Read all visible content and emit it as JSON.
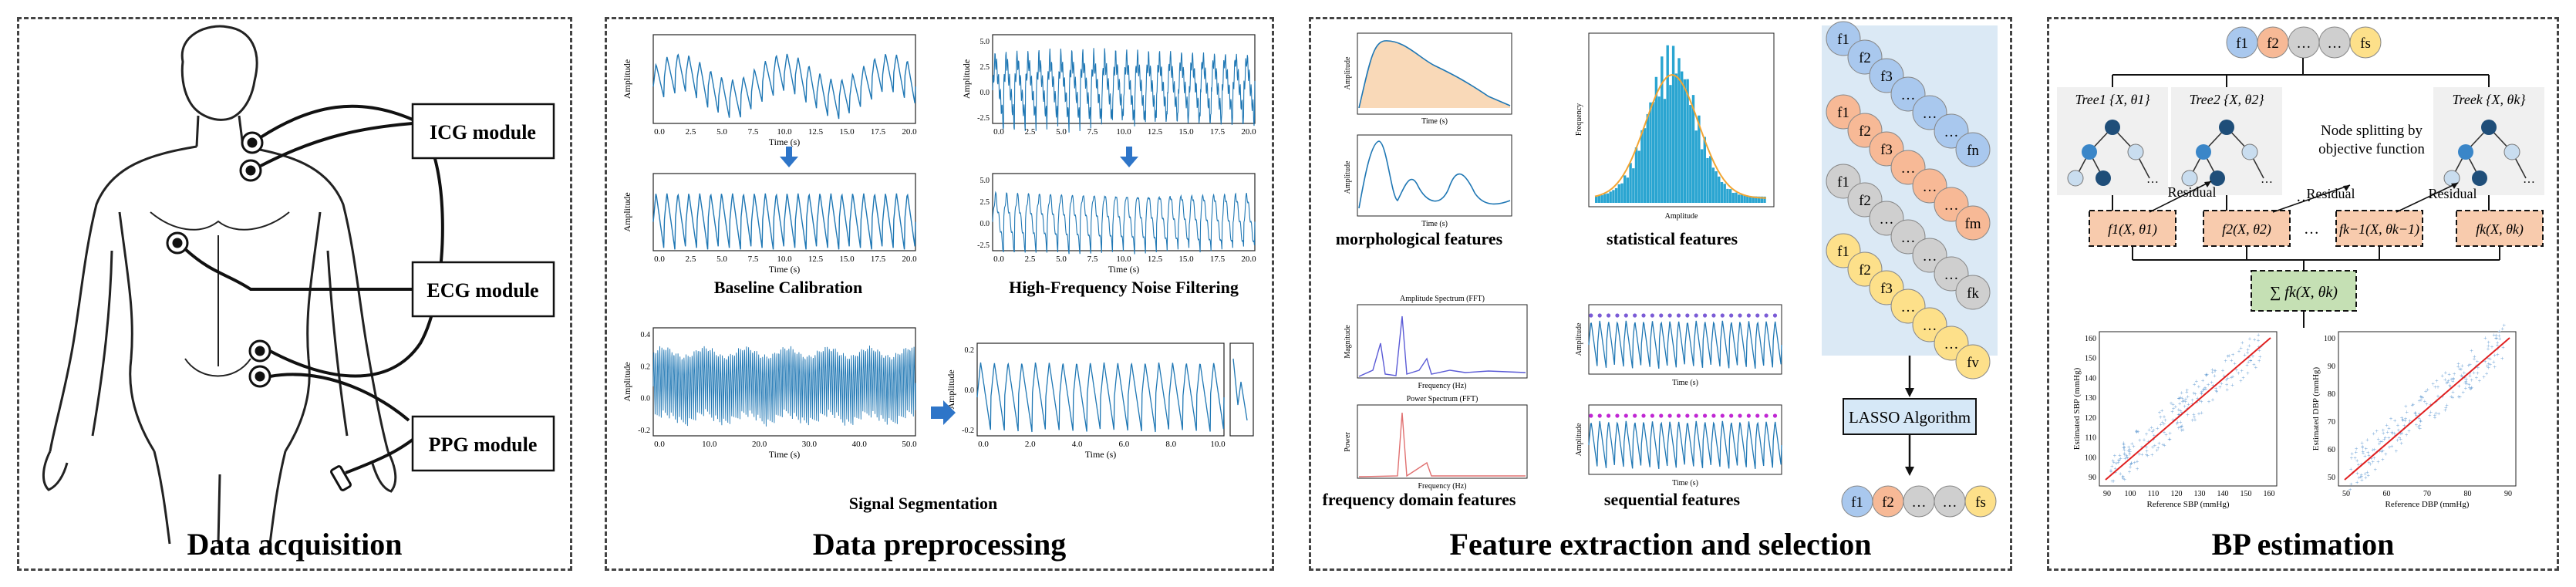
{
  "panels": {
    "acquisition": {
      "title": "Data acquisition",
      "modules": [
        "ICG module",
        "ECG module",
        "PPG module"
      ]
    },
    "preprocessing": {
      "title": "Data preprocessing",
      "captions": {
        "baseline": "Baseline Calibration",
        "noise": "High-Frequency Noise Filtering",
        "segmentation": "Signal Segmentation"
      },
      "ylabel": "Amplitude",
      "xlabel": "Time (s)",
      "ticks_x20": [
        "0.0",
        "2.5",
        "5.0",
        "7.5",
        "10.0",
        "12.5",
        "15.0",
        "17.5",
        "20.0"
      ],
      "ticks_x60": [
        "0.0",
        "10.0",
        "20.0",
        "30.0",
        "40.0",
        "50.0"
      ],
      "ticks_x10": [
        "0.0",
        "2.0",
        "4.0",
        "6.0",
        "8.0",
        "10.0"
      ],
      "ticks_y_noise": [
        "5.0",
        "2.5",
        "0.0",
        "-2.5"
      ],
      "ticks_y_seg": [
        "0.4",
        "0.2",
        "0.0",
        "-0.2"
      ],
      "ticks_y_seg2": [
        "0.2",
        "0.0",
        "-0.2"
      ]
    },
    "features": {
      "title": "Feature extraction and selection",
      "captions": {
        "morphological": "morphological features",
        "statistical": "statistical features",
        "frequency": "frequency domain features",
        "sequential": "sequential features"
      },
      "fft_title": "Amplitude Spectrum (FFT)",
      "power_title": "Power Spectrum (FFT)",
      "freq_label": "Frequency (Hz)",
      "magnitude_label": "Magnitude",
      "power_label": "Power",
      "frequency_label": "Frequency",
      "amplitude_label": "Amplitude",
      "time_label": "Time (s)",
      "lasso": "LASSO Algorithm",
      "feature_rows": [
        [
          "f1",
          "f2",
          "f3",
          "…",
          "…",
          "…",
          "fn"
        ],
        [
          "f1",
          "f2",
          "f3",
          "…",
          "…",
          "…",
          "fm"
        ],
        [
          "f1",
          "f2",
          "…",
          "…",
          "…",
          "…",
          "fk"
        ],
        [
          "f1",
          "f2",
          "f3",
          "…",
          "…",
          "…",
          "fv"
        ]
      ],
      "selected": [
        "f1",
        "f2",
        "…",
        "…",
        "fs"
      ]
    },
    "estimation": {
      "title": "BP estimation",
      "top_features": [
        "f1",
        "f2",
        "…",
        "…",
        "fs"
      ],
      "trees": [
        "Tree1 {X, θ1}",
        "Tree2 {X, θ2}",
        "Treek {X, θk}"
      ],
      "split_note": [
        "Node splitting by",
        "objective function"
      ],
      "residual": "Residual",
      "functions": [
        "f1(X, θ1)",
        "f2(X, θ2)",
        "fk−1(X, θk−1)",
        "fk(X, θk)"
      ],
      "sum": "∑ fk(X, θk)",
      "sbp": {
        "xlabel": "Reference SBP (mmHg)",
        "ylabel": "Estimated SBP (mmHg)",
        "xticks": [
          "90",
          "100",
          "110",
          "120",
          "130",
          "140",
          "150",
          "160"
        ],
        "yticks": [
          "160",
          "150",
          "140",
          "130",
          "120",
          "110",
          "100",
          "90"
        ]
      },
      "dbp": {
        "xlabel": "Reference DBP (mmHg)",
        "ylabel": "Estimated DBP (mmHg)",
        "xticks": [
          "50",
          "60",
          "70",
          "80",
          "90"
        ],
        "yticks": [
          "100",
          "90",
          "80",
          "70",
          "60",
          "50"
        ]
      }
    },
    "colors": {
      "signal": "#1f77b4",
      "arrow": "#2e75c8",
      "tree_node": "#3a86c8",
      "tree_leaf": "#1f4e79",
      "fbox": "#f8cbad",
      "sumbox": "#c5e0b4",
      "lasso": "#d6e8f7",
      "stack_bg": "#dbe9f5",
      "hist": "#2aa5d1",
      "kde": "#f2a533",
      "fit": "#e02020"
    }
  }
}
